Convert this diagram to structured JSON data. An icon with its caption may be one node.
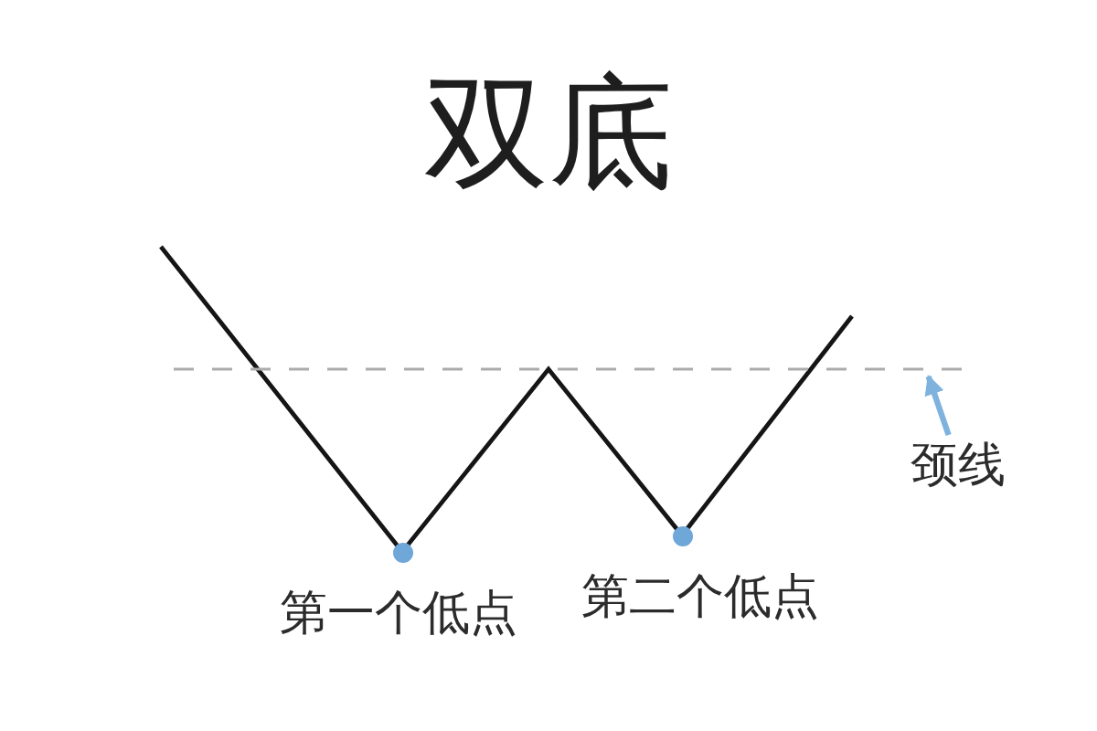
{
  "diagram": {
    "title": "双底",
    "nodes": [
      {
        "text": [],
        "shape": "line"
      },
      {
        "text": [
          "颈线"
        ]
      }
    ],
    "edges": [
      {
        "from": 1,
        "to": 0,
        "arrow": "to"
      }
    ],
    "labels": [
      "第一个低点",
      "第二个低点"
    ]
  }
}
